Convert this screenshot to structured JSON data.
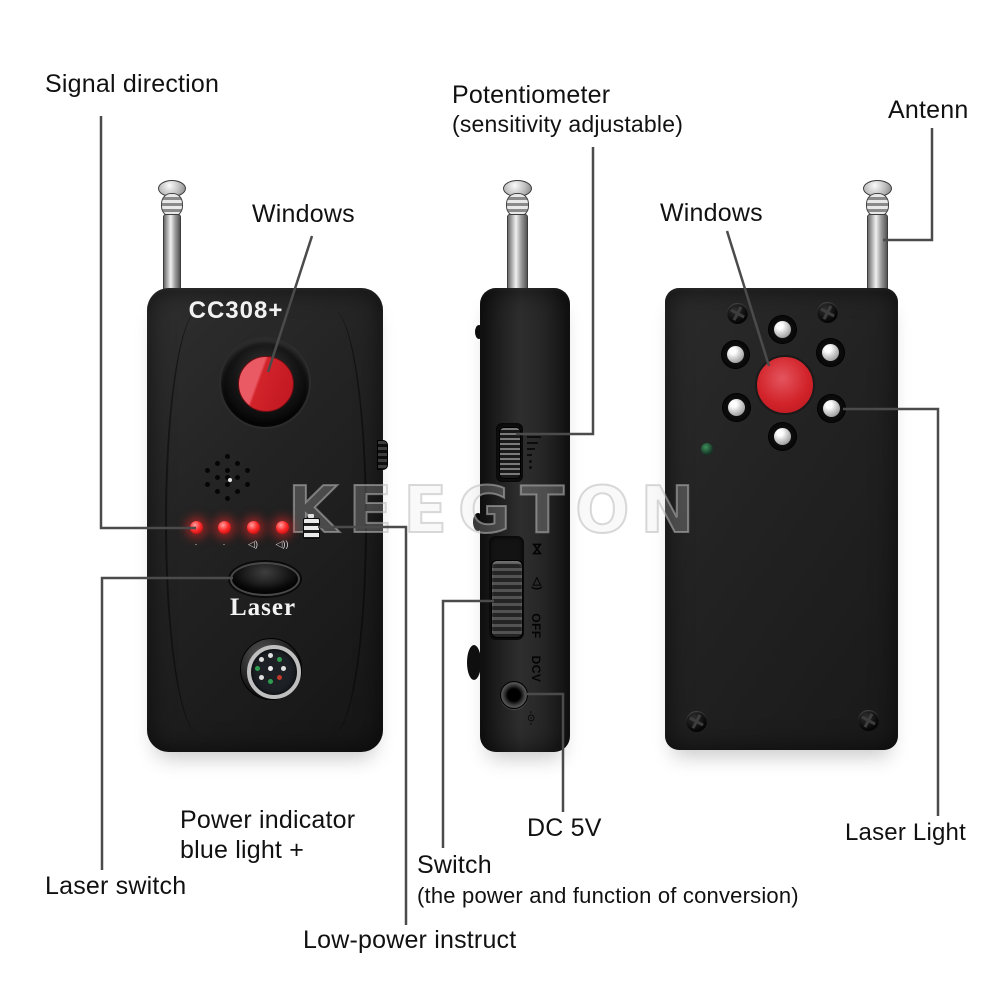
{
  "device": {
    "model": "CC308+",
    "laser_button_label": "Laser",
    "watermark": "KEEGTON"
  },
  "annotations": {
    "signal_direction": "Signal direction",
    "windows_front": "Windows",
    "potentiometer_1": "Potentiometer",
    "potentiometer_2": "(sensitivity adjustable)",
    "windows_back": "Windows",
    "antenna": "Antenn",
    "power_indicator_1": "Power indicator",
    "power_indicator_2": "blue light +",
    "laser_switch": "Laser switch",
    "low_power": "Low-power instruct",
    "switch_1": "Switch",
    "switch_2": "(the power and function of conversion)",
    "dc_5v": "DC 5V",
    "laser_light": "Laser Light"
  },
  "side_markings": {
    "vibrate_icon": "⋈",
    "sound_icon": "◁)",
    "off": "OFF",
    "dcv": "DCV",
    "dc_symbol": "-⊙-"
  },
  "front_panel": {
    "led_icons": [
      "·",
      "·",
      "◁)",
      "◁))"
    ]
  },
  "colors": {
    "background": "#ffffff",
    "body_black": "#222222",
    "lens_red": "#d2232a",
    "led_red": "#ff2222",
    "annotation_line": "#4b4b4b",
    "label_text": "#111111",
    "watermark_gray": "#bdbdbd",
    "compass_green": "#2f9e4f",
    "compass_red": "#c0392b"
  }
}
